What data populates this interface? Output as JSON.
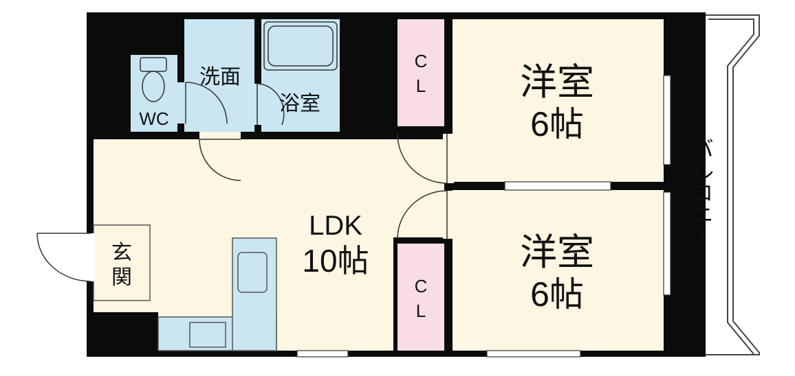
{
  "colors": {
    "wall": "#0b0b0b",
    "room": "#fdf6e3",
    "wet_area": "#c9e6f2",
    "closet": "#f9dde6",
    "background": "#ffffff",
    "line": "#333333"
  },
  "rooms": {
    "ldk": {
      "name": "LDK",
      "size": "10帖"
    },
    "western_room_upper": {
      "name": "洋室",
      "size": "6帖"
    },
    "western_room_lower": {
      "name": "洋室",
      "size": "6帖"
    },
    "entrance": {
      "name_top": "玄",
      "name_bottom": "関"
    },
    "toilet": {
      "name": "WC"
    },
    "washroom": {
      "name": "洗面"
    },
    "bathroom": {
      "name": "浴室"
    },
    "balcony": {
      "name": "バルコニー"
    },
    "closet_upper": {
      "line1": "C",
      "line2": "L"
    },
    "closet_lower": {
      "line1": "C",
      "line2": "L"
    }
  }
}
